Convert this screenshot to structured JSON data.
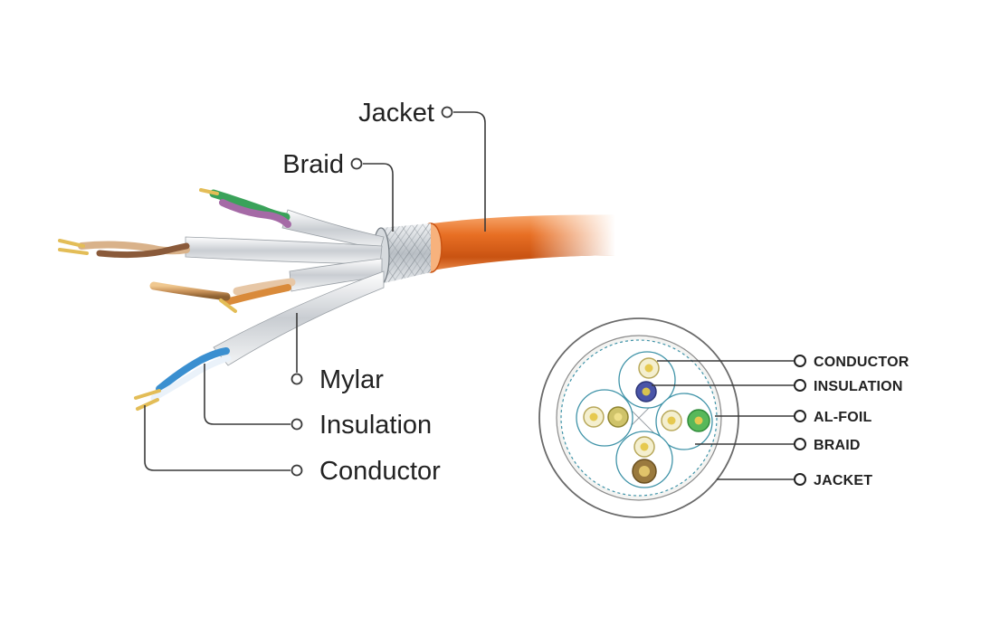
{
  "cable_labels": {
    "jacket": "Jacket",
    "braid": "Braid",
    "mylar": "Mylar",
    "insulation": "Insulation",
    "conductor": "Conductor"
  },
  "cross_section_labels": {
    "conductor": "CONDUCTOR",
    "insulation": "INSULATION",
    "al_foil": "AL-FOIL",
    "braid": "BRAID",
    "jacket": "JACKET"
  },
  "colors": {
    "jacket": "#e0631a",
    "braid": "#d8dce0",
    "copper": "#c9935a",
    "pair_green": "#3aa25a",
    "pair_purple": "#a56aa6",
    "pair_brown": "#8a5a3a",
    "pair_blue": "#3a8fd0",
    "pair_orange": "#d98a3a"
  }
}
